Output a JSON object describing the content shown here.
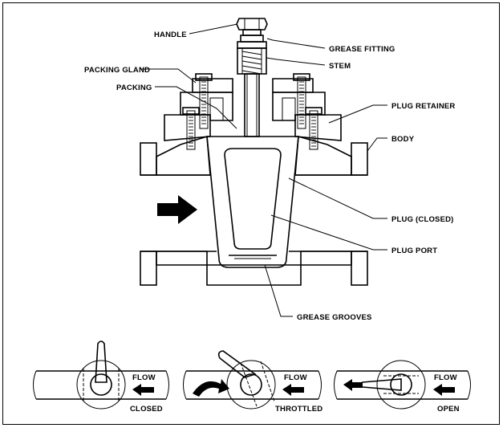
{
  "labels": {
    "handle": "HANDLE",
    "grease_fitting": "GREASE FITTING",
    "stem": "STEM",
    "packing_gland": "PACKING GLAND",
    "packing": "PACKING",
    "plug_retainer": "PLUG RETAINER",
    "body": "BODY",
    "plug_closed": "PLUG (CLOSED)",
    "plug_port": "PLUG PORT",
    "grease_grooves": "GREASE GROOVES"
  },
  "positions": {
    "closed": {
      "flow": "FLOW",
      "state": "CLOSED"
    },
    "throttled": {
      "flow": "FLOW",
      "state": "THROTTLED"
    },
    "open": {
      "flow": "FLOW",
      "state": "OPEN"
    }
  },
  "colors": {
    "line": "#000000",
    "background": "#ffffff"
  }
}
